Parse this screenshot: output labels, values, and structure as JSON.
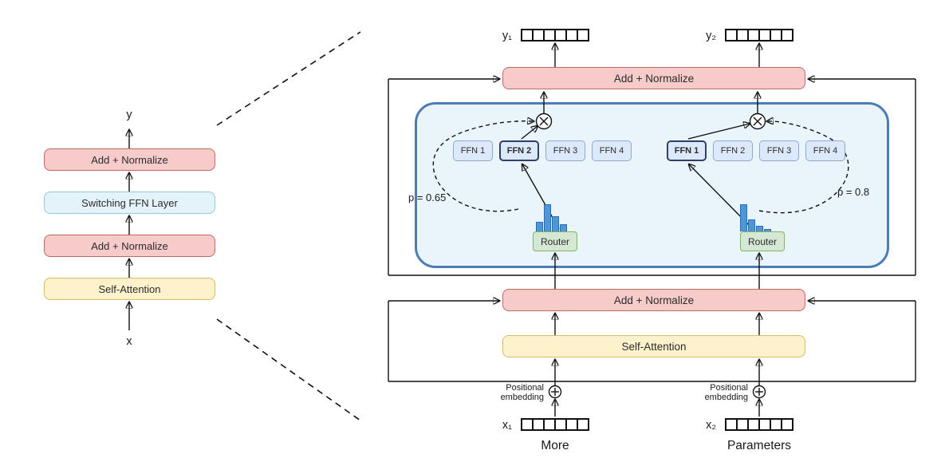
{
  "colors": {
    "add_norm_fill": "#F6CBC9",
    "add_norm_stroke": "#C0695F",
    "attn_fill": "#FDF2CC",
    "attn_stroke": "#D9BA66",
    "switch_fill": "#E4F2FA",
    "switch_stroke": "#9CC6DE",
    "ffn_fill": "#DCE9FA",
    "ffn_stroke": "#8EA9CE",
    "ffn_selected_stroke": "#2F4064",
    "container_fill": "#E9F4FB",
    "container_stroke": "#4B7CB8",
    "router_fill": "#D5E8D4",
    "router_stroke": "#82B366",
    "hist_fill": "#4D96D9",
    "hist_stroke": "#2E6DA8",
    "line_color": "#111111"
  },
  "left_stack": {
    "output_label": "y",
    "input_label": "x",
    "layers": [
      "Add + Normalize",
      "Switching FFN Layer",
      "Add + Normalize",
      "Self-Attention"
    ]
  },
  "detail": {
    "add_norm_top": "Add + Normalize",
    "add_norm_mid": "Add + Normalize",
    "self_attention": "Self-Attention",
    "outputs": [
      "y₁",
      "y₂"
    ],
    "inputs": [
      "x₁",
      "x₂"
    ],
    "bottom_caption": [
      "More",
      "Parameters"
    ],
    "positional_embedding_line1": "Positional",
    "positional_embedding_line2": "embedding",
    "router_label": "Router",
    "token1": {
      "experts": [
        "FFN 1",
        "FFN 2",
        "FFN 3",
        "FFN 4"
      ],
      "selected_index": 1,
      "probability": "p = 0.65",
      "router_distribution": [
        0.35,
        1.0,
        0.55,
        0.25
      ]
    },
    "token2": {
      "experts": [
        "FFN 1",
        "FFN 2",
        "FFN 3",
        "FFN 4"
      ],
      "selected_index": 0,
      "probability": "p = 0.8",
      "router_distribution": [
        1.0,
        0.45,
        0.2,
        0.1
      ]
    }
  }
}
